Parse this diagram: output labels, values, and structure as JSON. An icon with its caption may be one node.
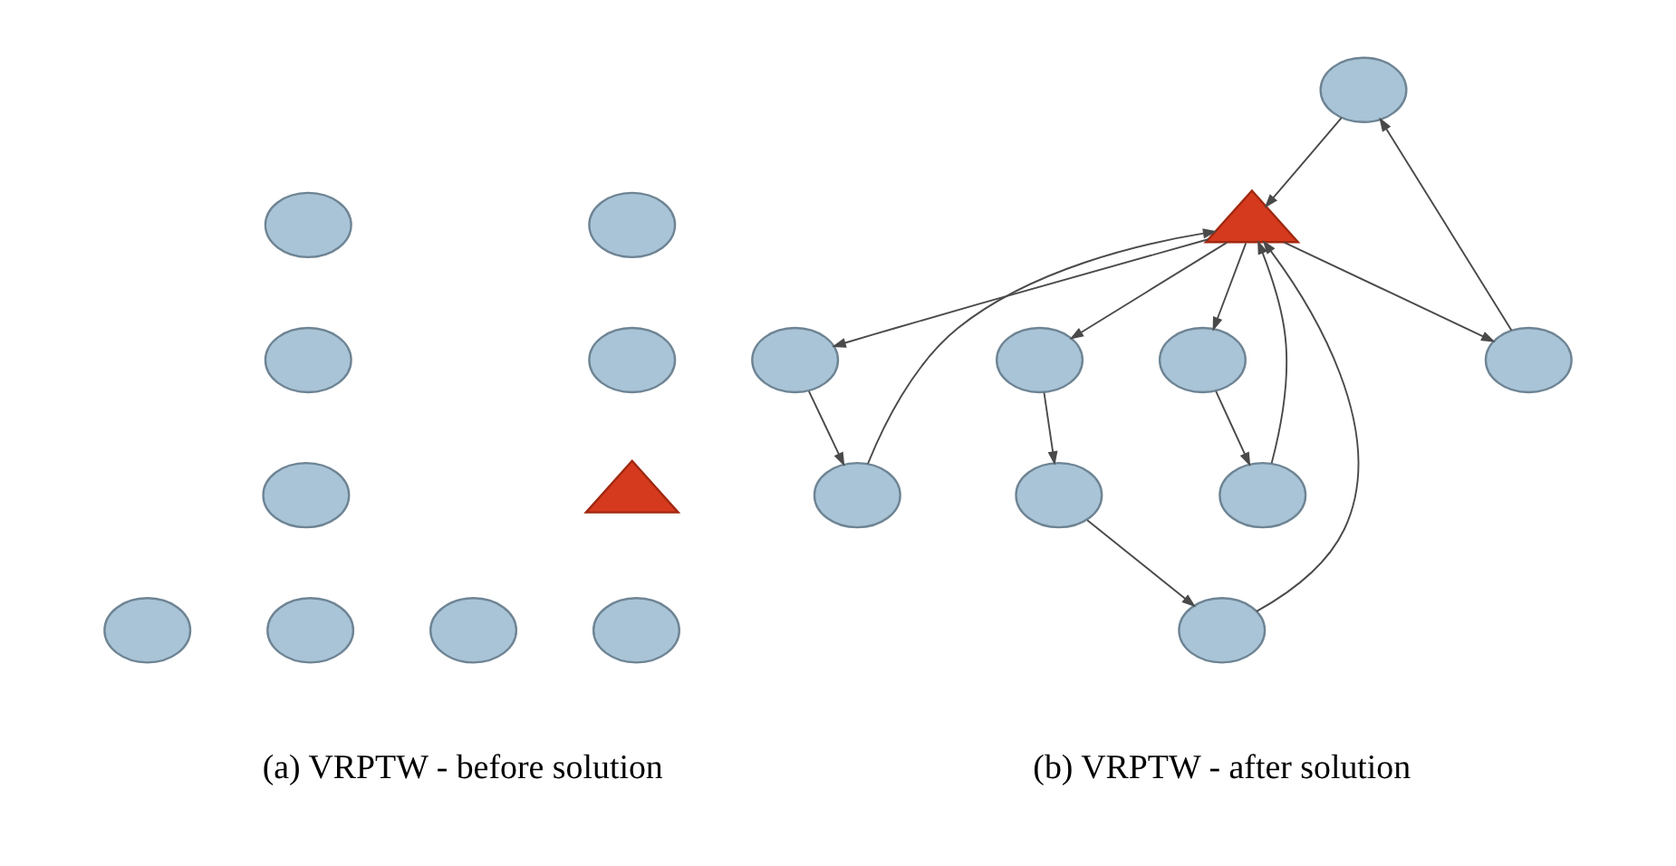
{
  "diagram": {
    "nodes": [
      {
        "text": [],
        "shape": "ellipse"
      },
      {
        "text": [],
        "shape": "ellipse"
      },
      {
        "text": [],
        "shape": "ellipse"
      },
      {
        "text": [],
        "shape": "ellipse"
      },
      {
        "text": [],
        "shape": "triangle"
      },
      {
        "text": [],
        "shape": "ellipse"
      },
      {
        "text": [],
        "shape": "ellipse"
      },
      {
        "text": [],
        "shape": "ellipse"
      },
      {
        "text": [],
        "shape": "ellipse"
      },
      {
        "text": [],
        "shape": "ellipse"
      },
      {
        "text": [],
        "shape": "ellipse"
      },
      {
        "text": [],
        "shape": "ellipse"
      },
      {
        "text": [],
        "shape": "ellipse"
      },
      {
        "text": [],
        "shape": "ellipse"
      },
      {
        "text": [],
        "shape": "triangle"
      },
      {
        "text": [],
        "shape": "ellipse"
      },
      {
        "text": [],
        "shape": "ellipse"
      },
      {
        "text": [],
        "shape": "ellipse"
      },
      {
        "text": [],
        "shape": "ellipse"
      },
      {
        "text": [],
        "shape": "ellipse"
      }
    ],
    "edges": [
      {
        "from": 14,
        "to": 13,
        "arrow": "to"
      },
      {
        "from": 13,
        "to": 10,
        "arrow": "to"
      },
      {
        "from": 10,
        "to": 14,
        "arrow": "to"
      },
      {
        "from": 14,
        "to": 12,
        "arrow": "to"
      },
      {
        "from": 12,
        "to": 11,
        "arrow": "to"
      },
      {
        "from": 11,
        "to": 14,
        "arrow": "to"
      },
      {
        "from": 14,
        "to": 15,
        "arrow": "to"
      },
      {
        "from": 15,
        "to": 17,
        "arrow": "to"
      },
      {
        "from": 17,
        "to": 19,
        "arrow": "to"
      },
      {
        "from": 19,
        "to": 14,
        "arrow": "to"
      },
      {
        "from": 14,
        "to": 18,
        "arrow": "to"
      },
      {
        "from": 18,
        "to": 16,
        "arrow": "to"
      },
      {
        "from": 16,
        "to": 14,
        "arrow": "to"
      }
    ],
    "labels": [
      "(a) VRPTW - before solution",
      "(b) VRPTW - after solution"
    ]
  }
}
